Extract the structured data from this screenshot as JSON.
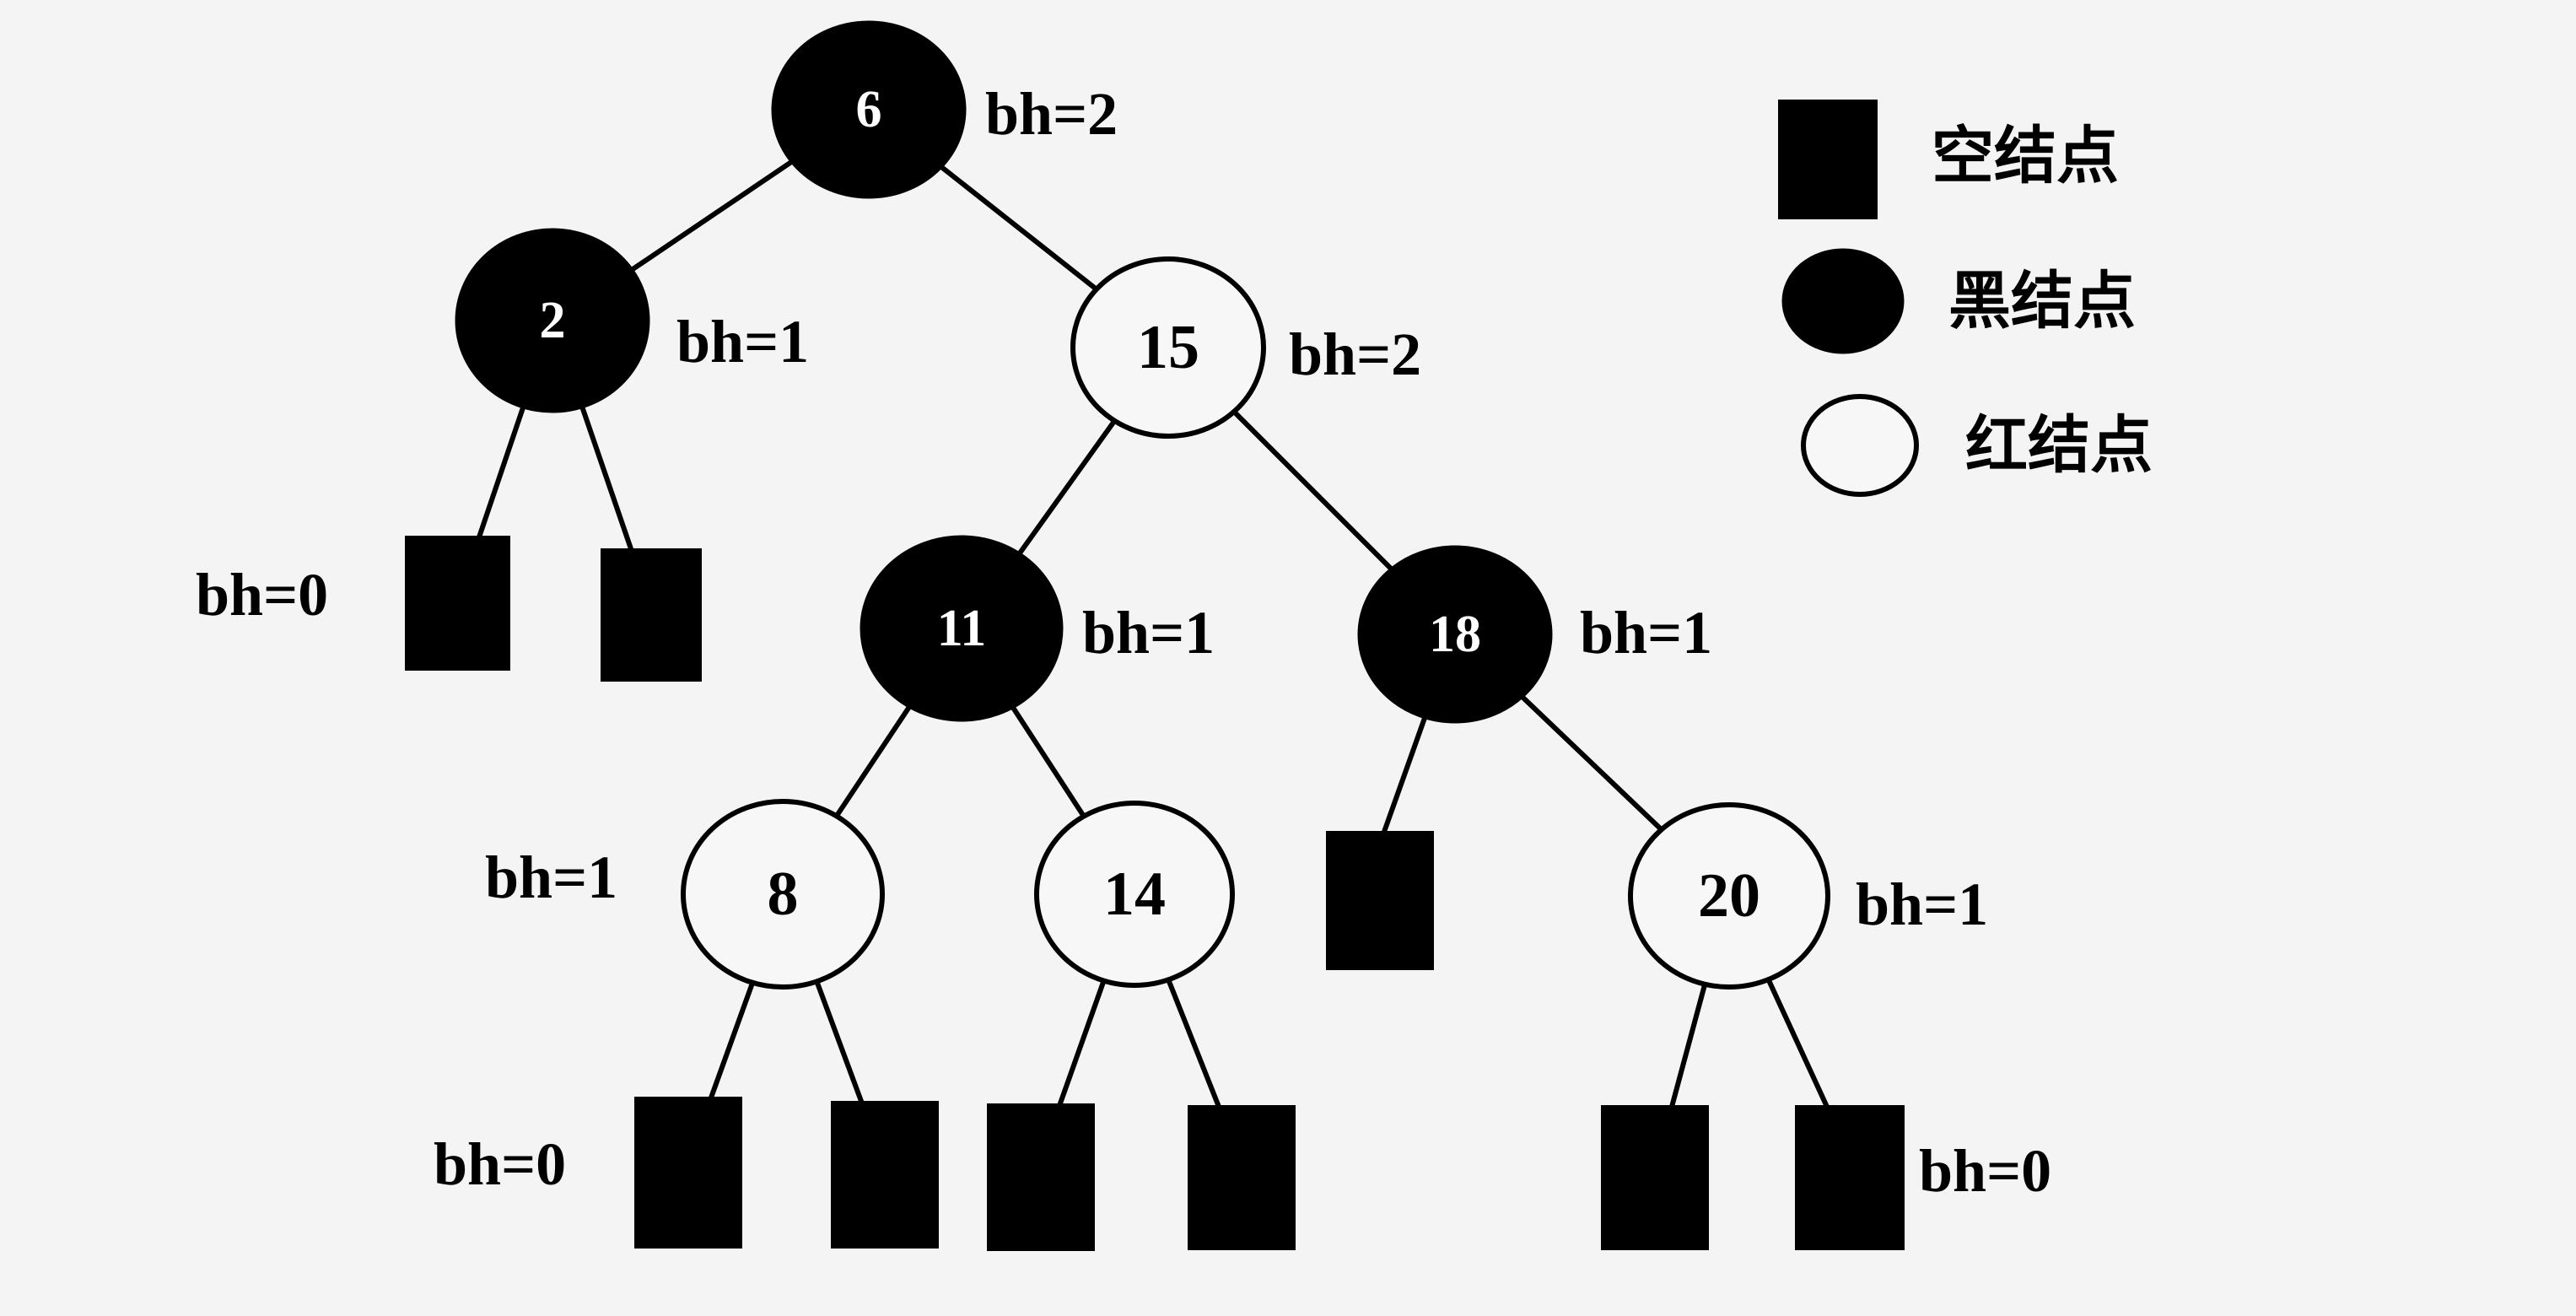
{
  "tree": {
    "nodes": {
      "n6": {
        "value": "6",
        "color": "black",
        "bh": "bh=2"
      },
      "n2": {
        "value": "2",
        "color": "black",
        "bh": "bh=1"
      },
      "n15": {
        "value": "15",
        "color": "red",
        "bh": "bh=2"
      },
      "n11": {
        "value": "11",
        "color": "black",
        "bh": "bh=1"
      },
      "n18": {
        "value": "18",
        "color": "black",
        "bh": "bh=1"
      },
      "n8": {
        "value": "8",
        "color": "red",
        "bh": "bh=1"
      },
      "n14": {
        "value": "14",
        "color": "red",
        "bh": ""
      },
      "n20": {
        "value": "20",
        "color": "red",
        "bh": "bh=1"
      }
    },
    "nil_labels": {
      "nil_2_left": "bh=0",
      "nil_8_left": "bh=0",
      "nil_20_right": "bh=0"
    }
  },
  "legend": {
    "nil": {
      "label": "空结点"
    },
    "black": {
      "label": "黑结点"
    },
    "red": {
      "label": "红结点"
    }
  }
}
